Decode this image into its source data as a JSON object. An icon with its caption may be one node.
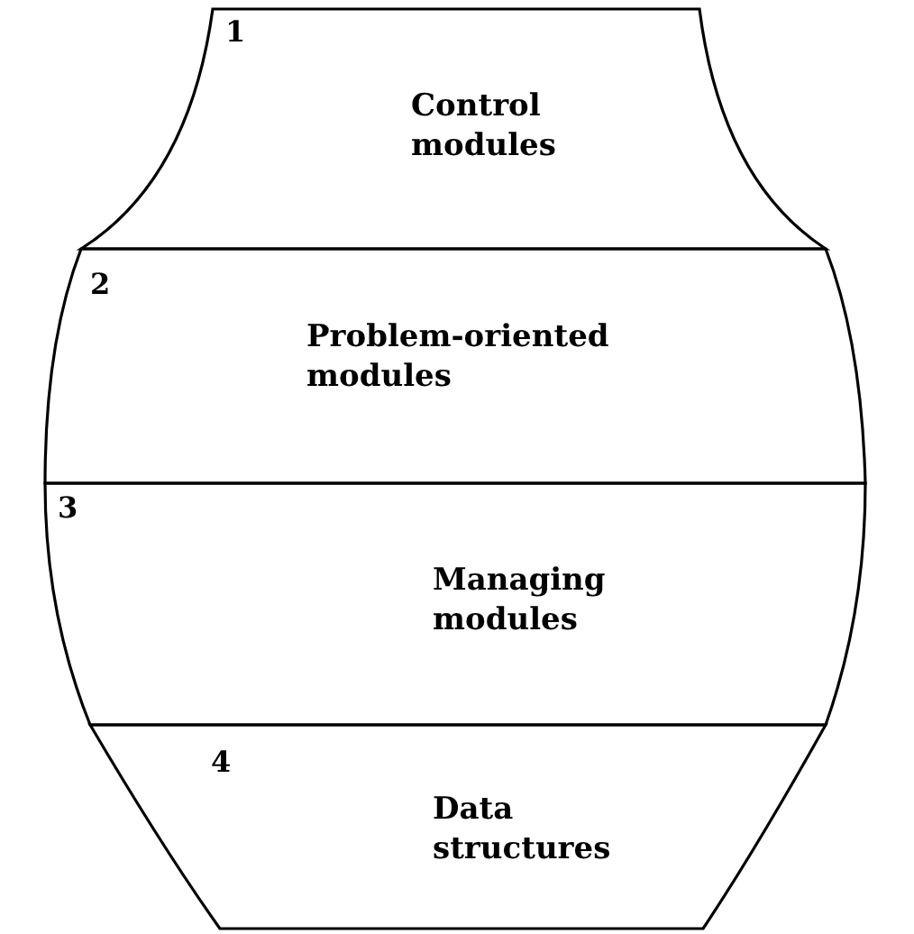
{
  "diagram": {
    "nodes": [
      {
        "text": [
          "1",
          "Control modules"
        ]
      },
      {
        "text": [
          "2",
          "Problem-oriented modules"
        ]
      },
      {
        "text": [
          "3",
          "Managing modules"
        ]
      },
      {
        "text": [
          "4",
          "Data structures"
        ]
      }
    ],
    "edges": []
  }
}
